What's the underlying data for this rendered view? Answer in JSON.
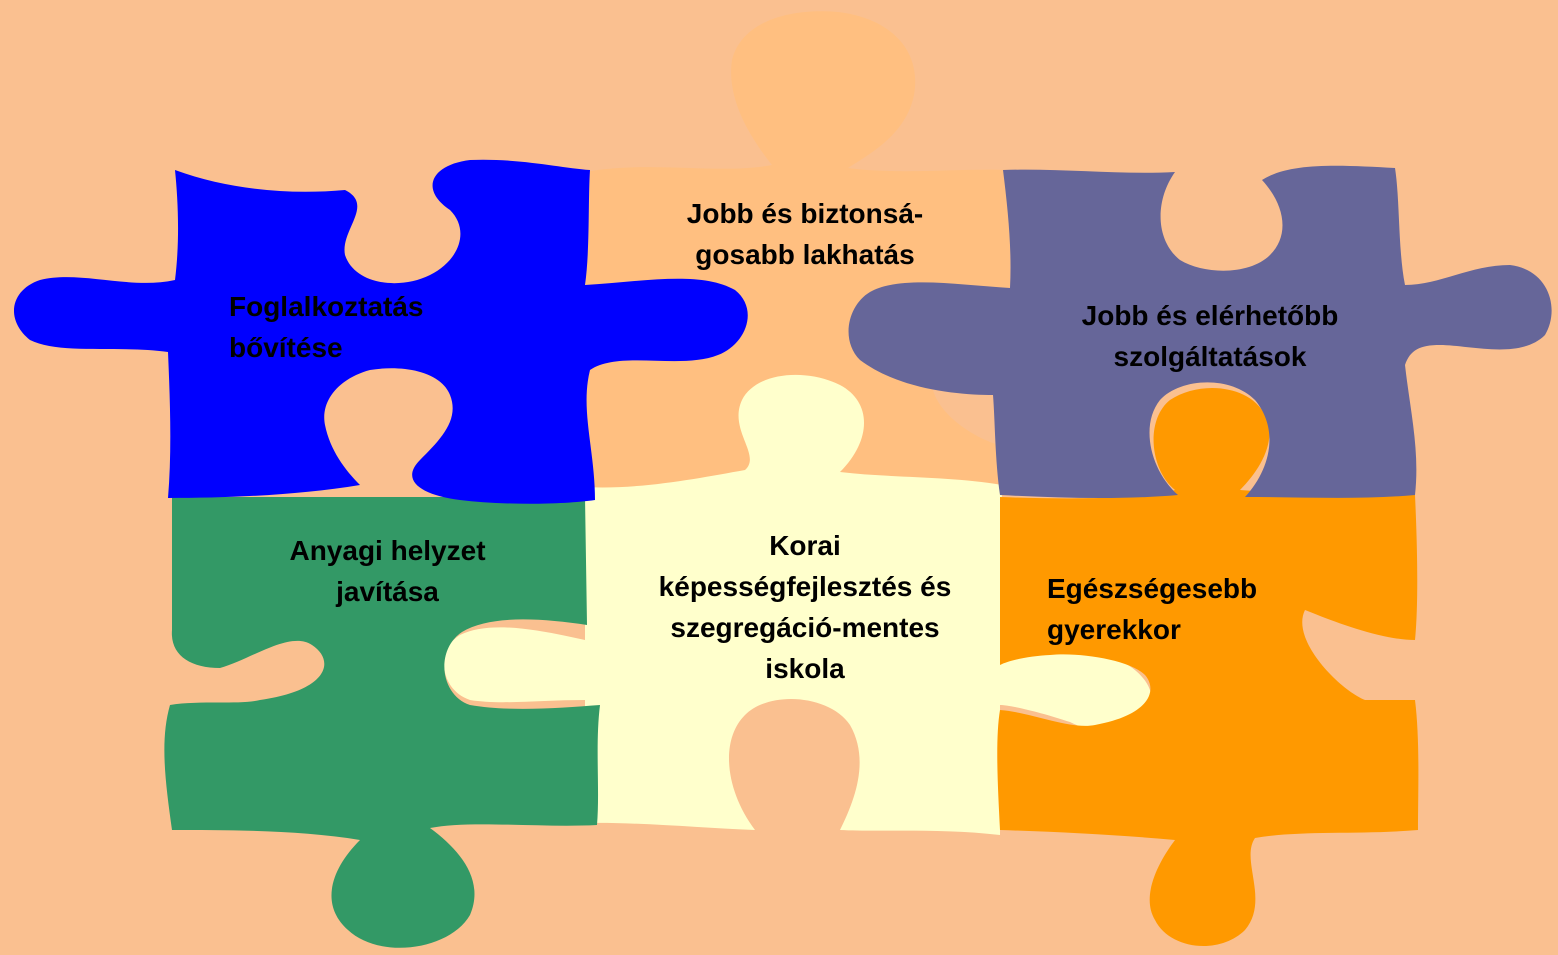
{
  "background_color": "#FAC090",
  "pieces": [
    {
      "id": "foglalkoztatas",
      "color": "#0000FF",
      "lines": [
        "Foglalkoztatás",
        "bővítése"
      ]
    },
    {
      "id": "lakhatas",
      "color": "#FFBF80",
      "lines": [
        "Jobb és biztonsá-",
        "gosabb lakhatás"
      ]
    },
    {
      "id": "szolgaltatasok",
      "color": "#666699",
      "lines": [
        "Jobb és elérhetőbb",
        "szolgáltatások"
      ]
    },
    {
      "id": "anyagi",
      "color": "#339966",
      "lines": [
        "Anyagi helyzet",
        "javítása"
      ]
    },
    {
      "id": "korai",
      "color": "#FFFFCC",
      "lines": [
        "Korai",
        "képességfejlesztés és",
        "szegregáció-mentes",
        "iskola"
      ]
    },
    {
      "id": "egeszseg",
      "color": "#FF9900",
      "lines": [
        "Egészségesebb",
        "gyerekkor"
      ]
    }
  ]
}
